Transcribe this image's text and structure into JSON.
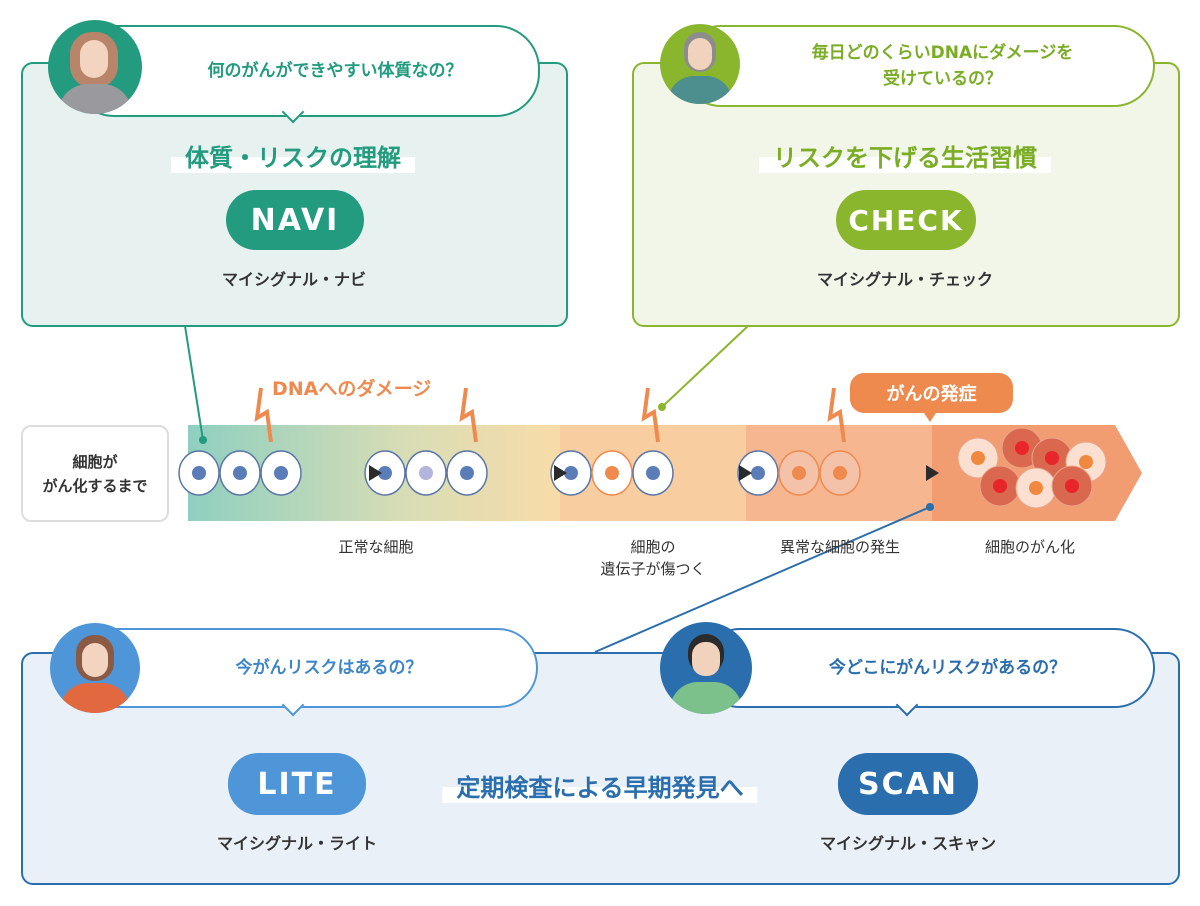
{
  "colors": {
    "navi": "#229b7f",
    "check": "#8ab62e",
    "lite": "#4f96d9",
    "scan": "#2a6ead",
    "orange": "#ef8a4f"
  },
  "navi": {
    "question": "何のがんができやすい体質なの？",
    "title": "体質・リスクの理解",
    "button": "NAVI",
    "product": "マイシグナル・ナビ"
  },
  "check": {
    "question_line1": "毎日どのくらいDNAにダメージを",
    "question_line2": "受けているの？",
    "title": "リスクを下げる生活習慣",
    "button": "CHECK",
    "product": "マイシグナル・チェック"
  },
  "timeline": {
    "side_label_line1": "細胞が",
    "side_label_line2": "がん化するまで",
    "damage_label": "DNAへのダメージ",
    "onset_badge": "がんの発症",
    "stages": [
      {
        "label_line1": "正常な細胞",
        "label_line2": ""
      },
      {
        "label_line1": "細胞の",
        "label_line2": "遺伝子が傷つく"
      },
      {
        "label_line1": "異常な細胞の発生",
        "label_line2": ""
      },
      {
        "label_line1": "細胞のがん化",
        "label_line2": ""
      }
    ]
  },
  "lite": {
    "question": "今がんリスクはあるの？",
    "button": "LITE",
    "product": "マイシグナル・ライト"
  },
  "scan": {
    "question": "今どこにがんリスクがあるの？",
    "button": "SCAN",
    "product": "マイシグナル・スキャン"
  },
  "bottom_title": "定期検査による早期発見へ"
}
